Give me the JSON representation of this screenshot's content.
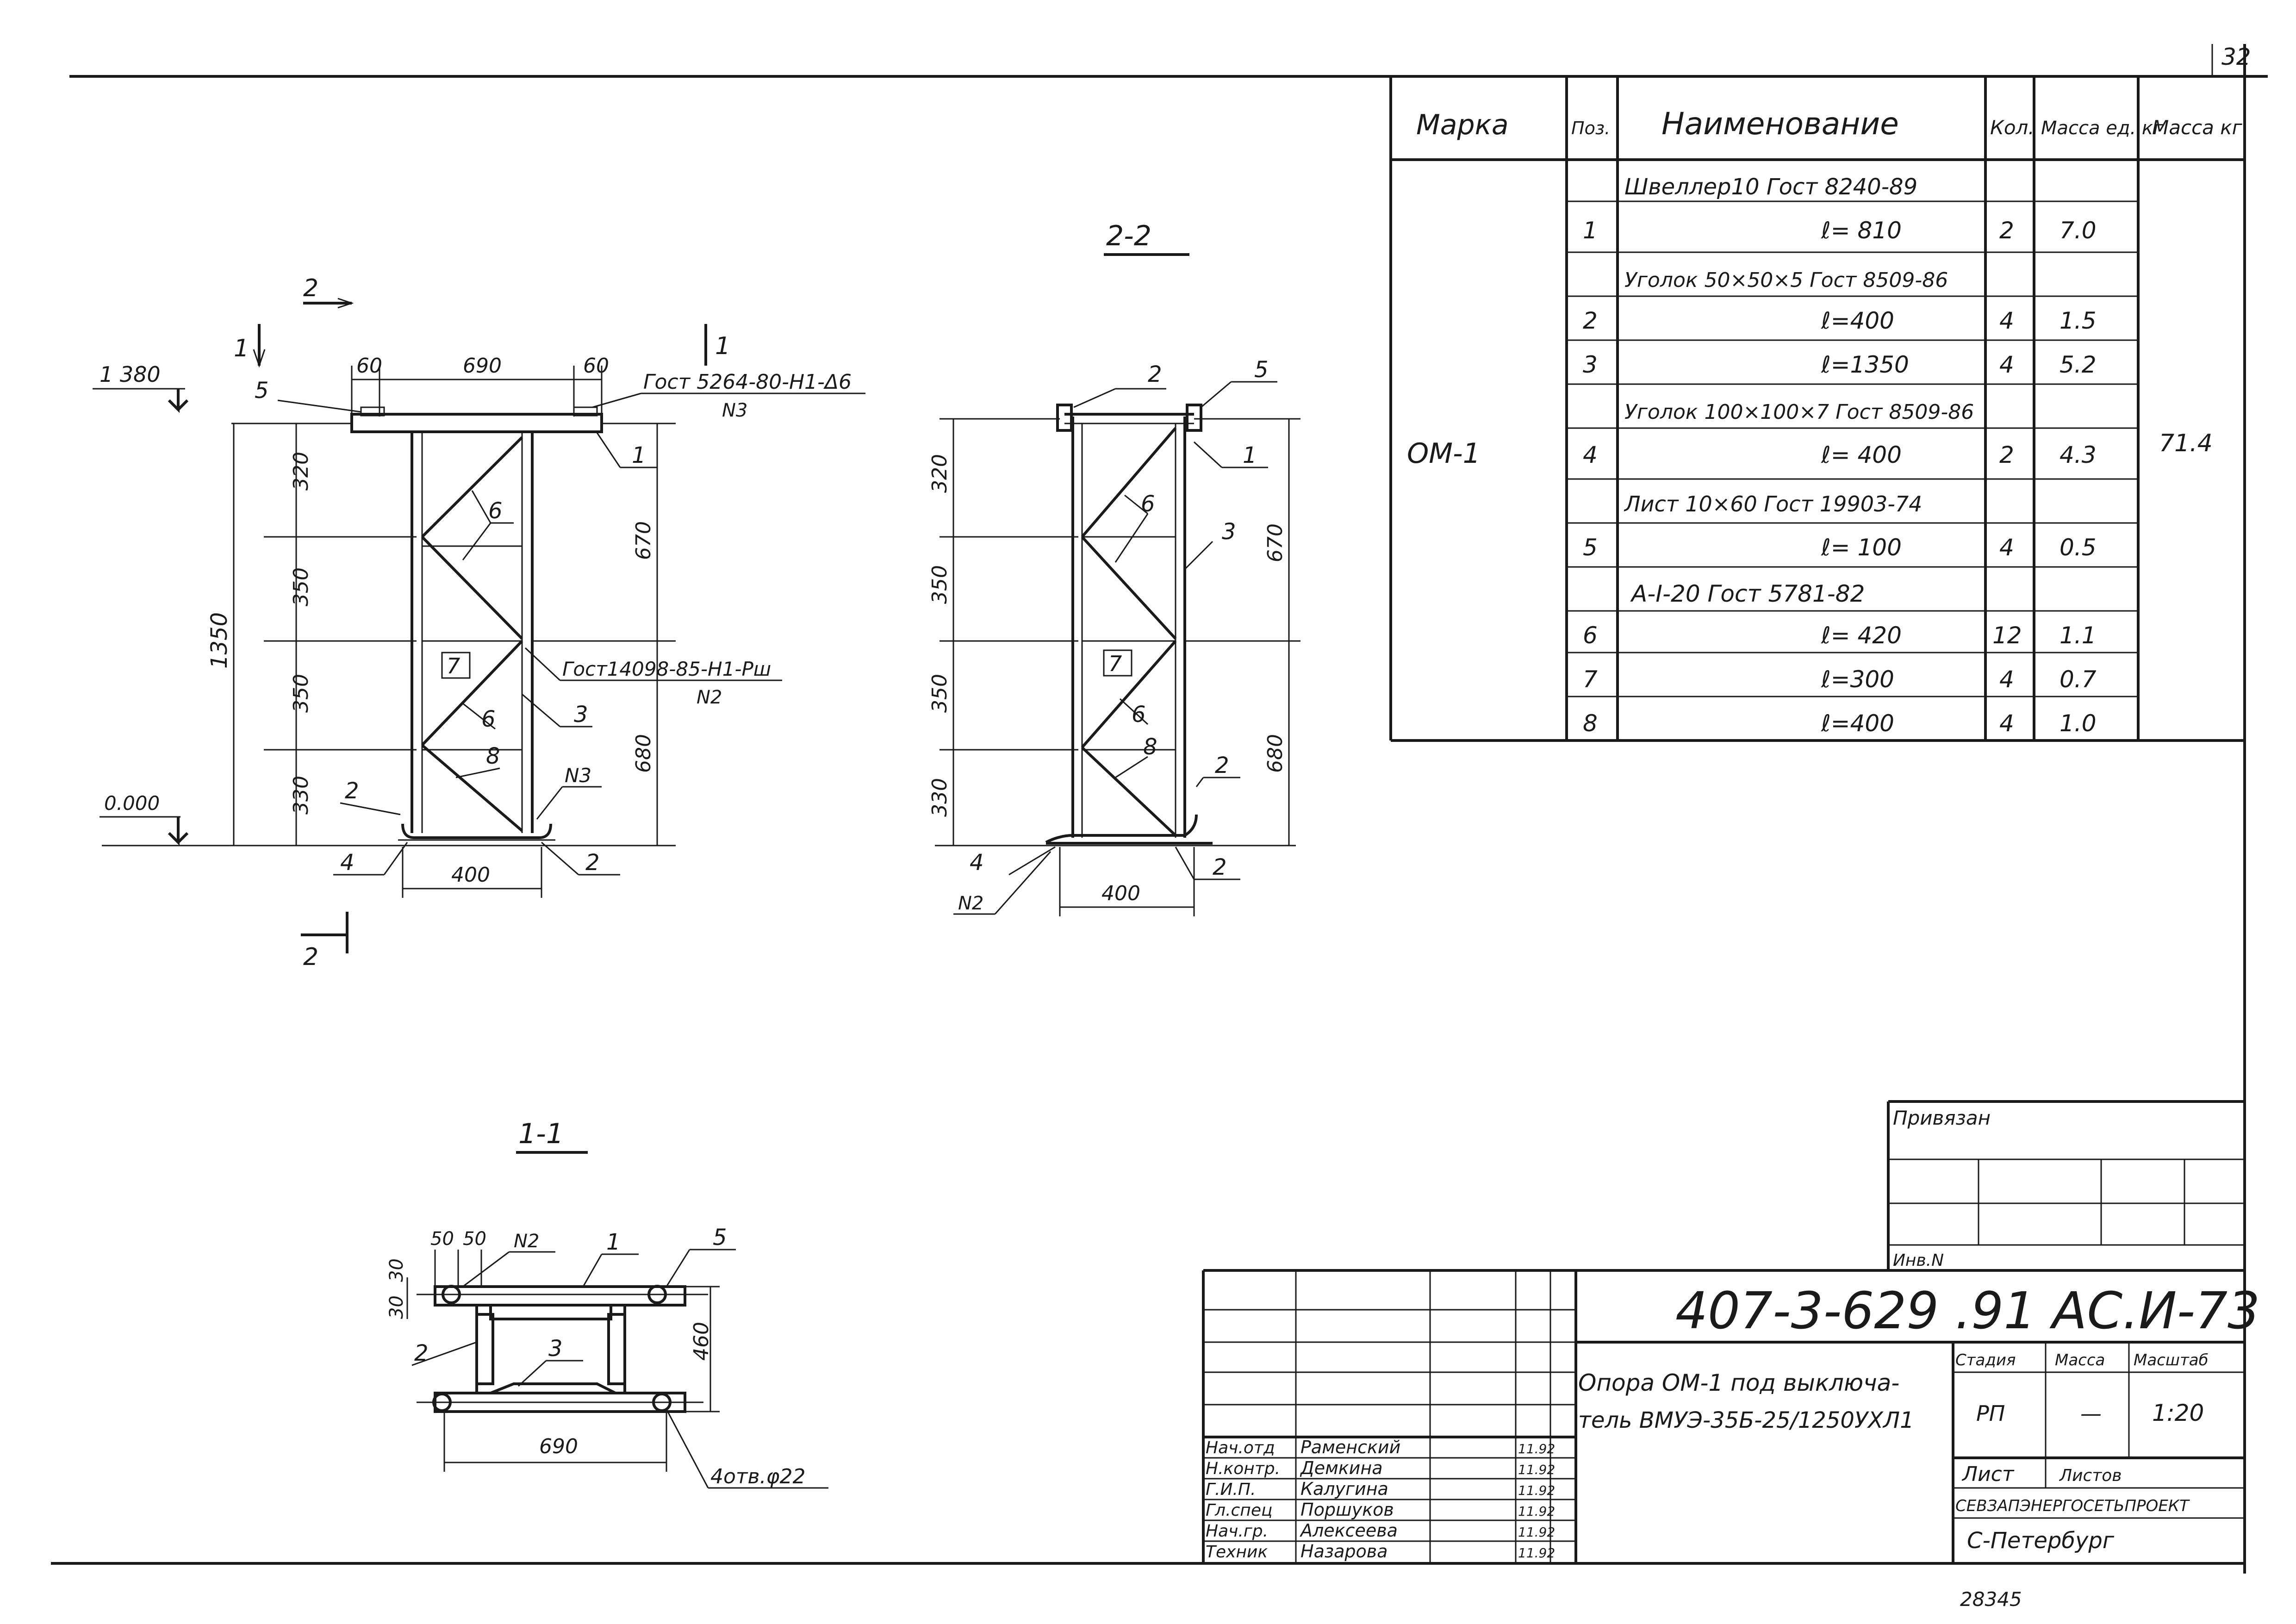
{
  "sheet": {
    "sheet_no": "32",
    "archive_no": "28345"
  },
  "views": {
    "elevation": {
      "section_mark": "2",
      "cut_mark_1": "1",
      "level_top": "1 380",
      "level_bottom": "0.000",
      "dim_top": [
        "60",
        "690",
        "60"
      ],
      "dim_left": [
        "320",
        "350",
        "350",
        "330"
      ],
      "dim_total": "1350",
      "dim_right": [
        "670",
        "680"
      ],
      "dim_bottom": "400",
      "callout_top": "Гост 5264-80-Н1-Δ6",
      "callout_top_sub": "N3",
      "callout_mid": "Гост14098-85-Н1-Рш",
      "callout_mid_sub": "N2",
      "callout_n3": "N3",
      "pos": [
        "5",
        "1",
        "6",
        "7",
        "6",
        "3",
        "8",
        "2",
        "4",
        "2"
      ]
    },
    "section22": {
      "title": "2-2",
      "dim_left": [
        "320",
        "350",
        "350",
        "330"
      ],
      "dim_right": [
        "670",
        "680"
      ],
      "dim_bottom": "400",
      "n2": "N2",
      "pos": [
        "2",
        "5",
        "1",
        "6",
        "3",
        "7",
        "6",
        "8",
        "2",
        "4",
        "2"
      ]
    },
    "section11": {
      "title": "1-1",
      "dim_top": [
        "50",
        "50"
      ],
      "dim_left": [
        "30",
        "30"
      ],
      "dim_right": "460",
      "dim_bottom": "690",
      "n2": "N2",
      "holes": "4отв.φ22",
      "pos": [
        "1",
        "5",
        "2",
        "3"
      ]
    }
  },
  "spec": {
    "headers": [
      "Марка",
      "Поз.",
      "Наименование",
      "Кол.",
      "Масса ед. кг",
      "Масса кг"
    ],
    "mark": "ОМ-1",
    "total_mass": "71.4",
    "rows": [
      {
        "pos": "",
        "name": "Швеллер10 Гост 8240-89",
        "qty": "",
        "mass": ""
      },
      {
        "pos": "1",
        "name": "ℓ= 810",
        "qty": "2",
        "mass": "7.0"
      },
      {
        "pos": "",
        "name": "Уголок 50×50×5 Гост 8509-86",
        "qty": "",
        "mass": ""
      },
      {
        "pos": "2",
        "name": "ℓ=400",
        "qty": "4",
        "mass": "1.5"
      },
      {
        "pos": "3",
        "name": "ℓ=1350",
        "qty": "4",
        "mass": "5.2"
      },
      {
        "pos": "",
        "name": "Уголок 100×100×7 Гост 8509-86",
        "qty": "",
        "mass": ""
      },
      {
        "pos": "4",
        "name": "ℓ= 400",
        "qty": "2",
        "mass": "4.3"
      },
      {
        "pos": "",
        "name": "Лист 10×60 Гост 19903-74",
        "qty": "",
        "mass": ""
      },
      {
        "pos": "5",
        "name": "ℓ= 100",
        "qty": "4",
        "mass": "0.5"
      },
      {
        "pos": "",
        "name": "А-I-20 Гост 5781-82",
        "qty": "",
        "mass": ""
      },
      {
        "pos": "6",
        "name": "ℓ= 420",
        "qty": "12",
        "mass": "1.1"
      },
      {
        "pos": "7",
        "name": "ℓ=300",
        "qty": "4",
        "mass": "0.7"
      },
      {
        "pos": "8",
        "name": "ℓ=400",
        "qty": "4",
        "mass": "1.0"
      }
    ]
  },
  "binding": {
    "label": "Привязан",
    "inv_label": "Инв.N"
  },
  "title_block": {
    "code": "407-3-629   .91  АС.И-73",
    "name_line1": "Опора ОМ-1 под выключа-",
    "name_line2": "тель ВМУЭ-35Б-25/1250УХЛ1",
    "stage_label": "Стадия",
    "mass_label": "Масса",
    "scale_label": "Масштаб",
    "stage": "РП",
    "mass": "—",
    "scale": "1:20",
    "sheet_label": "Лист",
    "sheets_label": "Листов",
    "org": "СЕВЗАПЭНЕРГОСЕТЬПРОЕКТ",
    "city": "С-Петербург",
    "signers": [
      {
        "role": "Нач.отд",
        "name": "Раменский",
        "date": "11.92"
      },
      {
        "role": "Н.контр.",
        "name": "Демкина",
        "date": "11.92"
      },
      {
        "role": "Г.И.П.",
        "name": "Калугина",
        "date": "11.92"
      },
      {
        "role": "Гл.спец",
        "name": "Поршуков",
        "date": "11.92"
      },
      {
        "role": "Нач.гр.",
        "name": "Алексеева",
        "date": "11.92"
      },
      {
        "role": "Техник",
        "name": "Назарова",
        "date": "11.92"
      }
    ]
  }
}
